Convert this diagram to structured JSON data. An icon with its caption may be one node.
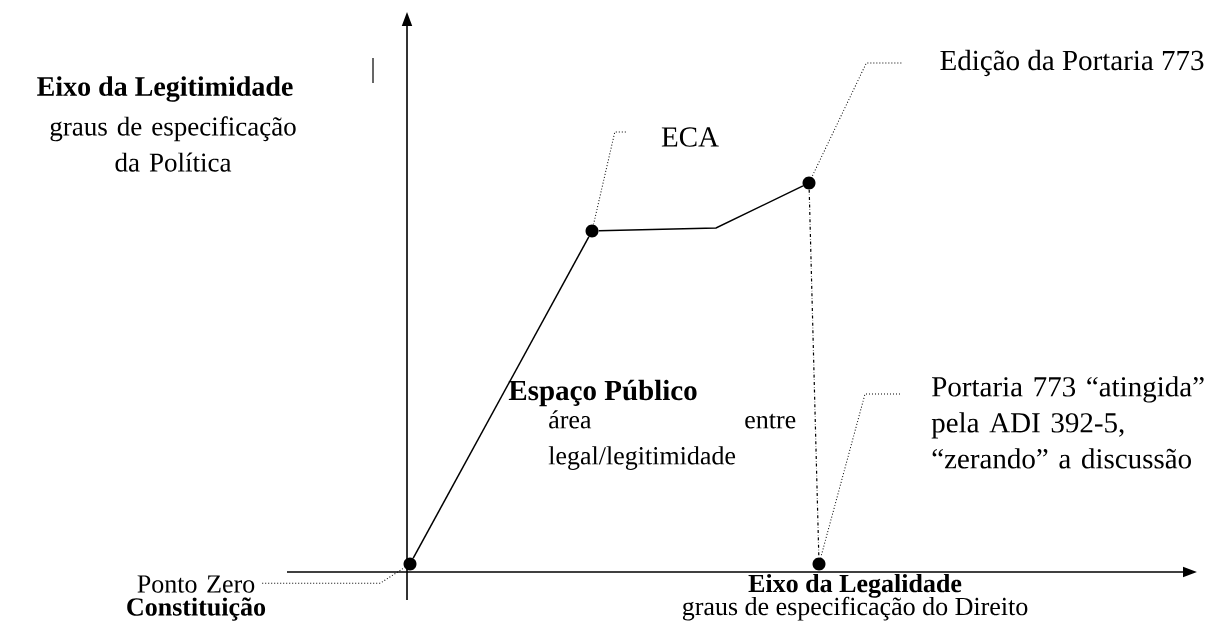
{
  "diagram": {
    "nodes": [
      {
        "text": [],
        "shape": "circle"
      },
      {
        "text": [],
        "shape": "circle"
      },
      {
        "text": [],
        "shape": "circle"
      },
      {
        "text": [],
        "shape": "circle"
      },
      {
        "text": [
          "ECA"
        ]
      },
      {
        "text": [
          "Edição da Portaria 773"
        ]
      },
      {
        "text": [
          "Portaria 773 “atingida” pela ADI 392-5, “zerando” a discussão"
        ]
      },
      {
        "text": [
          "Ponto Zero",
          "Constituição"
        ]
      }
    ],
    "edges": [
      {
        "from": 0,
        "to": 1,
        "arrow": "none"
      },
      {
        "from": 1,
        "to": 2,
        "arrow": "none"
      },
      {
        "from": 2,
        "to": 3,
        "arrow": "none",
        "style": "dashed"
      },
      {
        "from": 4,
        "to": 1,
        "arrow": "none",
        "style": "dashed"
      },
      {
        "from": 5,
        "to": 2,
        "arrow": "none",
        "style": "dashed"
      },
      {
        "from": 6,
        "to": 3,
        "arrow": "none",
        "style": "dashed"
      },
      {
        "from": 7,
        "to": 0,
        "arrow": "none",
        "style": "dashed"
      }
    ],
    "labels": [
      "Eixo da Legitimidade",
      "graus de especificação da Política",
      "Espaço Público",
      "área entre legal/legitimidade",
      "Eixo da Legalidade",
      "graus de especificação do Direito"
    ]
  }
}
